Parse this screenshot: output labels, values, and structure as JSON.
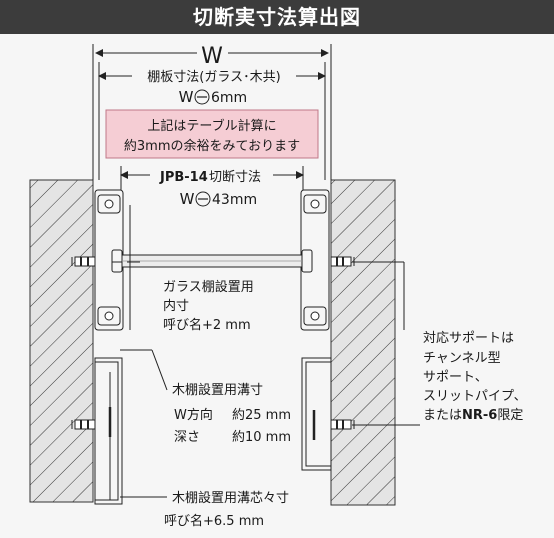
{
  "title": "切断実寸法算出図",
  "dim_w": {
    "label": "W"
  },
  "shelf_dim": {
    "line1": "棚板寸法(ガラス･木共)",
    "line2_pre": "W",
    "line2_post": "6mm"
  },
  "note": {
    "line1": "上記はテーブル計算に",
    "line2": "約3mmの余裕をみております",
    "bg": "#f5cdd4",
    "border": "#c07888"
  },
  "cut_dim": {
    "line1_bold": "JPB-14",
    "line1_rest": "切断寸法",
    "line2_pre": "W",
    "line2_post": "43mm"
  },
  "glass_label": {
    "line1": "ガラス棚設置用",
    "line2": "内寸",
    "line3": "呼び名+2 mm"
  },
  "wood_groove": {
    "line1": "木棚設置用溝寸",
    "line2a": "W方向",
    "line2b": "約25 mm",
    "line3a": "深さ",
    "line3b": "約10 mm"
  },
  "wood_center": {
    "line1": "木棚設置用溝芯々寸",
    "line2": "呼び名+6.5 mm"
  },
  "support_note": {
    "line1": "対応サポートは",
    "line2": "チャンネル型",
    "line3": "サポート、",
    "line4": "スリットパイプ、",
    "line5_pre": "または",
    "line5_bold": "NR-6",
    "line5_post": "限定"
  },
  "colors": {
    "title_bg": "#3c3c3c",
    "wall_fill": "#e4e4e4",
    "line": "#222222"
  }
}
